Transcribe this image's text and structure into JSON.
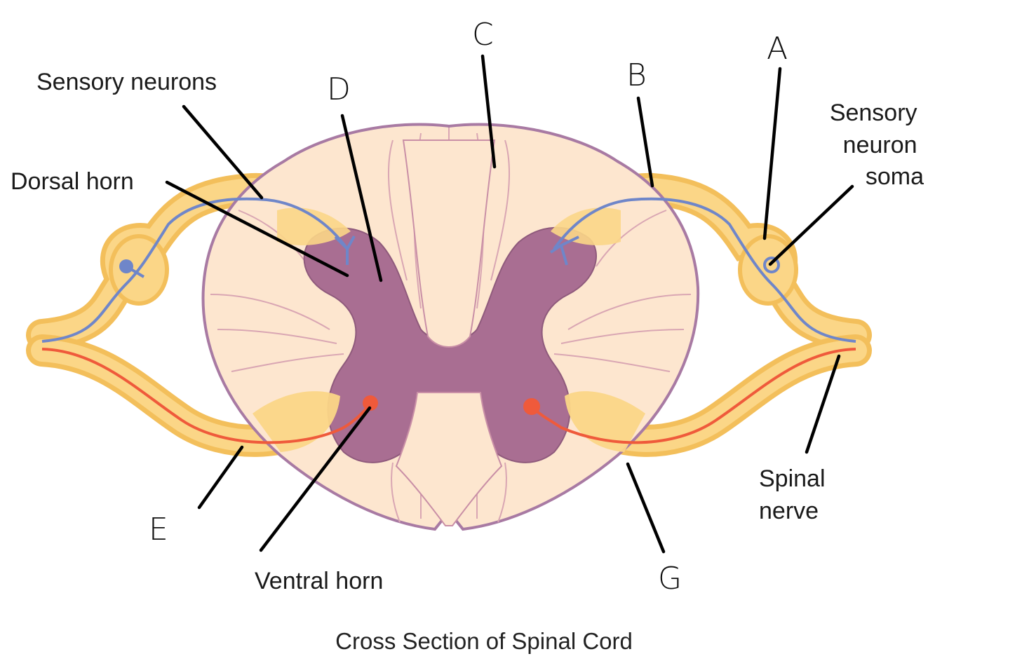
{
  "diagram": {
    "caption": "Cross Section of Spinal Cord",
    "printed_labels": {
      "sensory_neurons": "Sensory neurons",
      "dorsal_horn": "Dorsal horn",
      "sensory_neuron_soma": [
        "Sensory",
        "neuron",
        "soma"
      ],
      "spinal_nerve": [
        "Spinal",
        "nerve"
      ],
      "ventral_horn": "Ventral horn"
    },
    "letter_labels": {
      "a": "A",
      "b": "B",
      "c": "C",
      "d": "D",
      "e": "E",
      "g": "G"
    },
    "colors": {
      "white_matter": "#fde6cf",
      "white_matter_outline": "#a87aa3",
      "gray_matter": "#a96e92",
      "nerve": "#fbd687",
      "nerve_outline": "#f3bf5b",
      "sensory_neuron": "#6f86c9",
      "motor_neuron": "#ef5a3b",
      "leader_line": "#000000"
    }
  }
}
